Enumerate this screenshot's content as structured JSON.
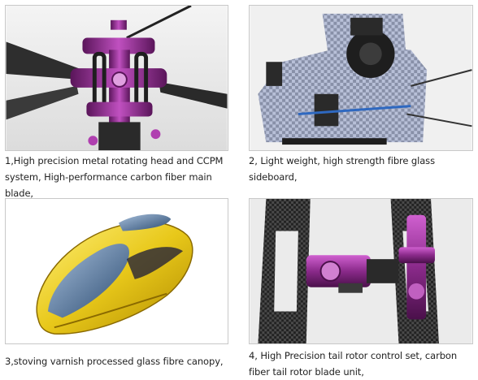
{
  "items": [
    {
      "caption_lines": [
        "1,High precision metal rotating head and CCPM",
        "system, High-performance carbon fiber main",
        "blade,"
      ]
    },
    {
      "caption_lines": [
        "2, Light weight, high strength fibre glass",
        "sideboard,"
      ]
    },
    {
      "caption_lines": [
        "3,stoving varnish processed glass fibre canopy,"
      ]
    },
    {
      "caption_lines": [
        "4, High Precision tail rotor control set, carbon",
        "fiber tail rotor blade unit,"
      ]
    }
  ],
  "colors": {
    "anodized_purple": "#8a2a8a",
    "carbon_dark": "#2a2a2a",
    "canopy_yellow": "#e8c81a",
    "canopy_window": "#3a5a80"
  }
}
